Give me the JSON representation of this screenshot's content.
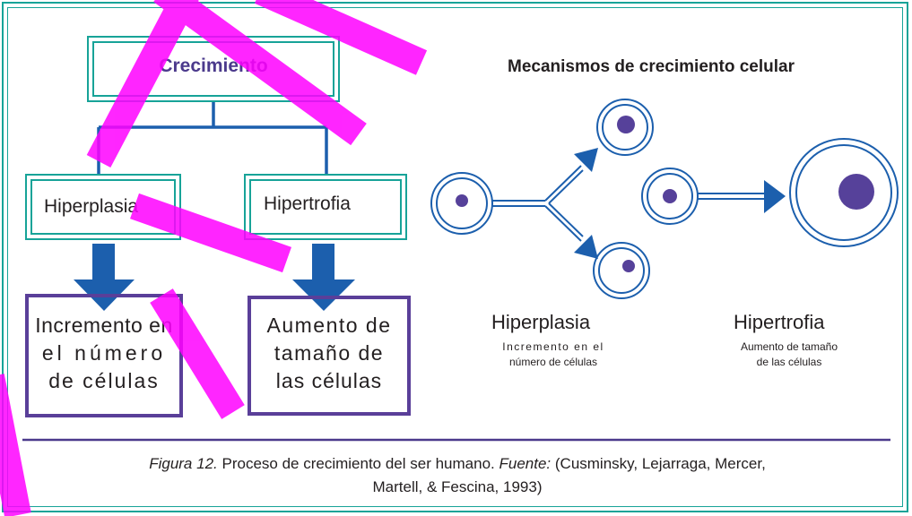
{
  "tree": {
    "root": "Crecimiento",
    "left_branch": "Hiperplasia",
    "right_branch": "Hipertrofia",
    "left_result_lines": [
      "Incremento en",
      "el número",
      "de células"
    ],
    "right_result_lines": [
      "Aumento de",
      "tamaño de",
      "las células"
    ]
  },
  "mechanisms": {
    "title": "Mecanismos de crecimiento celular",
    "hyperplasia_title": "Hiperplasia",
    "hyperplasia_desc_lines": [
      "Incremento en el",
      "número de células"
    ],
    "hypertrophy_title": "Hipertrofia",
    "hypertrophy_desc_lines": [
      "Aumento de tamaño",
      "de las células"
    ]
  },
  "caption": {
    "figure_label": "Figura 12.",
    "text": "Proceso de crecimiento del ser humano.",
    "source_label": "Fuente:",
    "source_text": "(Cusminsky, Lejarraga, Mercer,",
    "source_text_2": "Martell, & Fescina, 1993)"
  },
  "watermark": {
    "color": "#ff00ff"
  },
  "colors": {
    "teal": "#17a398",
    "blue": "#1c5fad",
    "purple": "#5a3f99",
    "cell_nucleus": "#56419a"
  }
}
